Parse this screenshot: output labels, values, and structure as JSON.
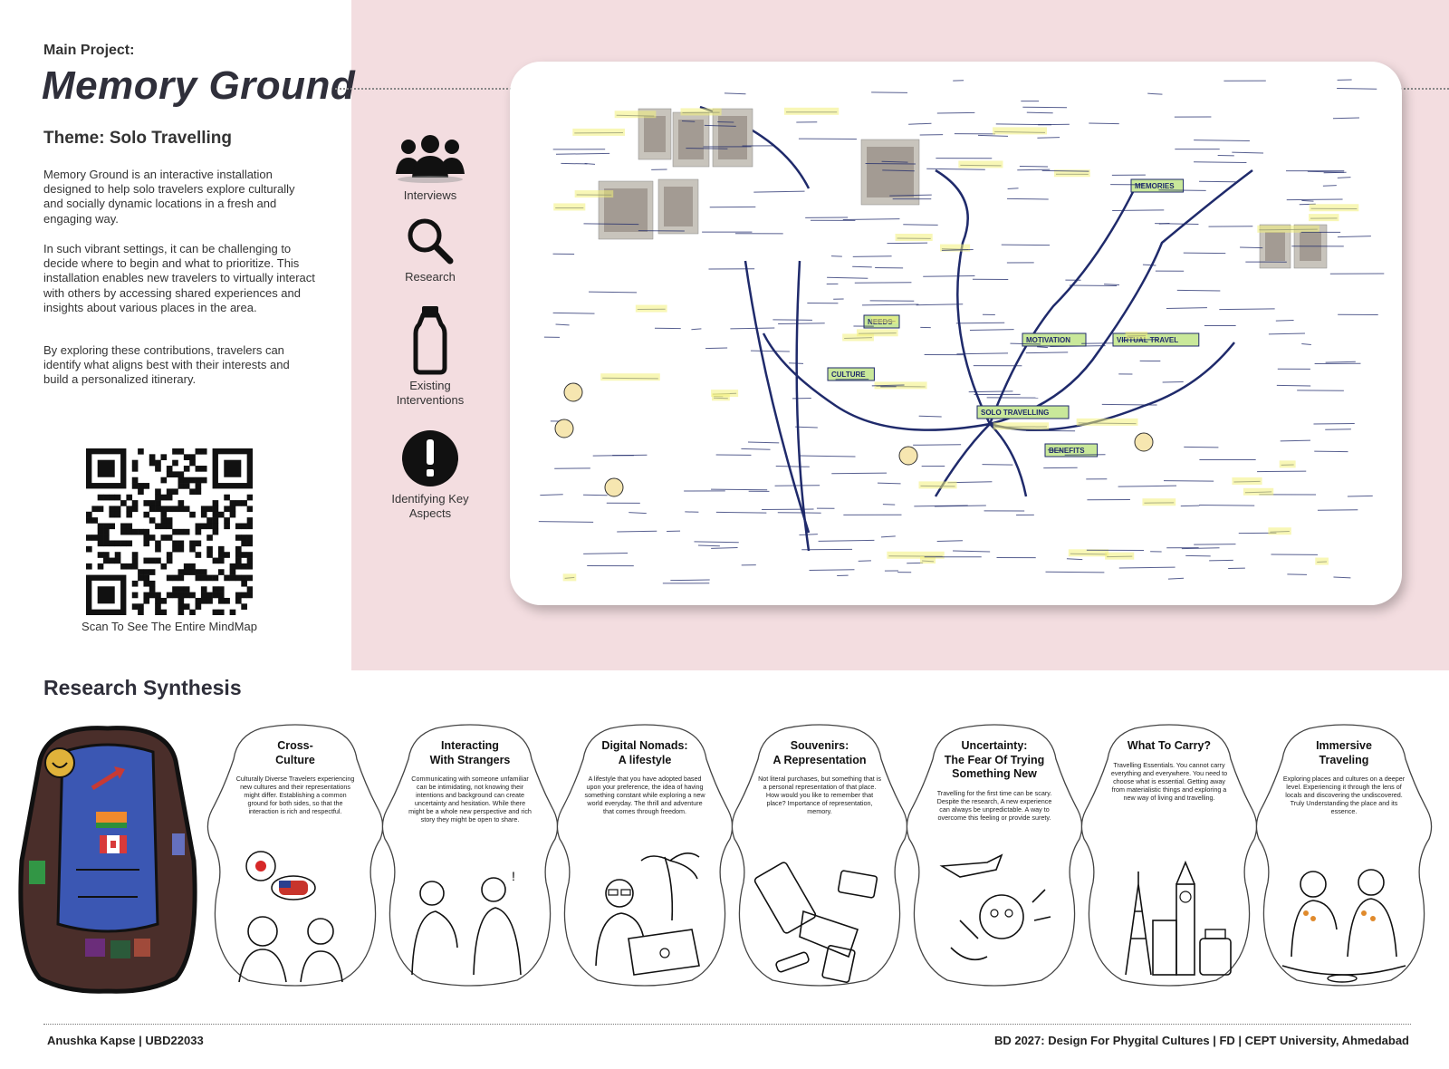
{
  "header": {
    "main_label": "Main Project:",
    "title": "Memory Ground",
    "theme": "Theme: Solo Travelling"
  },
  "description": [
    "Memory Ground is an interactive installation designed to help solo travelers explore culturally and socially dynamic locations in a fresh and engaging way.",
    "In such vibrant settings, it can be challenging to decide where to begin and what to prioritize. This installation enables new travelers to virtually interact with others by accessing shared experiences and insights about various places in the area.",
    "By exploring these contributions, travelers can identify what aligns best with their interests and build a personalized itinerary."
  ],
  "qr": {
    "caption": "Scan To See The Entire MindMap",
    "icon": "qr-code-icon"
  },
  "methods": [
    {
      "label": "Interviews",
      "icon": "people-group-icon"
    },
    {
      "label": "Research",
      "icon": "magnifier-icon"
    },
    {
      "label": "Existing Interventions",
      "icon": "bottle-icon"
    },
    {
      "label": "Identifying Key Aspects",
      "icon": "exclamation-icon"
    }
  ],
  "mindmap": {
    "nodes": [
      "MEMORIES",
      "CULTURE",
      "SOLO TRAVELLING",
      "NEEDS",
      "MOTIVATION",
      "VIRTUAL TRAVEL",
      "BENEFITS"
    ]
  },
  "synthesis": {
    "title": "Research Synthesis",
    "cards": [
      {
        "title": "Cross-\nCulture",
        "text": "Culturally Diverse Travelers experiencing new cultures and their representations might differ. Establishing a common ground for both sides, so that the interaction is rich and respectful.",
        "icon": "two-people-talking-icon"
      },
      {
        "title": "Interacting\nWith Strangers",
        "text": "Communicating with someone unfamiliar can be intimidating, not knowing their intentions and background can create uncertainty and hesitation. While there might be a whole new perspective and rich story they might be open to share.",
        "icon": "strangers-conversation-icon"
      },
      {
        "title": "Digital Nomads:\nA lifestyle",
        "text": "A lifestyle that you have adopted based upon your preference, the idea of having something constant while exploring a new world everyday. The thrill and adventure that comes through freedom.",
        "icon": "laptop-traveller-icon"
      },
      {
        "title": "Souvenirs:\nA Representation",
        "text": "Not literal purchases, but something that is a personal representation of that place. How would you like to remember that place? Importance of representation, memory.",
        "icon": "souvenirs-icon"
      },
      {
        "title": "Uncertainty:\nThe Fear Of Trying\nSomething New",
        "text": "Travelling for the first time can be scary. Despite the research, A new experience can always be unpredictable. A way to overcome this feeling or provide surety.",
        "icon": "worried-traveller-icon"
      },
      {
        "title": "What To Carry?",
        "text": "Travelling Essentials. You cannot carry everything and everywhere. You need to choose what is essential. Getting away from materialistic things and exploring a new way of living and travelling.",
        "icon": "landmarks-luggage-icon"
      },
      {
        "title": "Immersive\nTraveling",
        "text": "Exploring places and cultures on a deeper level. Experiencing it through the lens of locals and discovering the undiscovered. Truly Understanding the place and its essence.",
        "icon": "locals-sharing-meal-icon"
      }
    ]
  },
  "footer": {
    "left": "Anushka Kapse | UBD22033",
    "right": "BD 2027: Design For Phygital Cultures | FD | CEPT University, Ahmedabad"
  },
  "colors": {
    "pink_panel": "#f3dde0",
    "title": "#2f2f3a",
    "mindmap_ink": "#1f2a6b",
    "highlight_green": "#c9e89a",
    "highlight_yellow": "#f3f07a"
  }
}
